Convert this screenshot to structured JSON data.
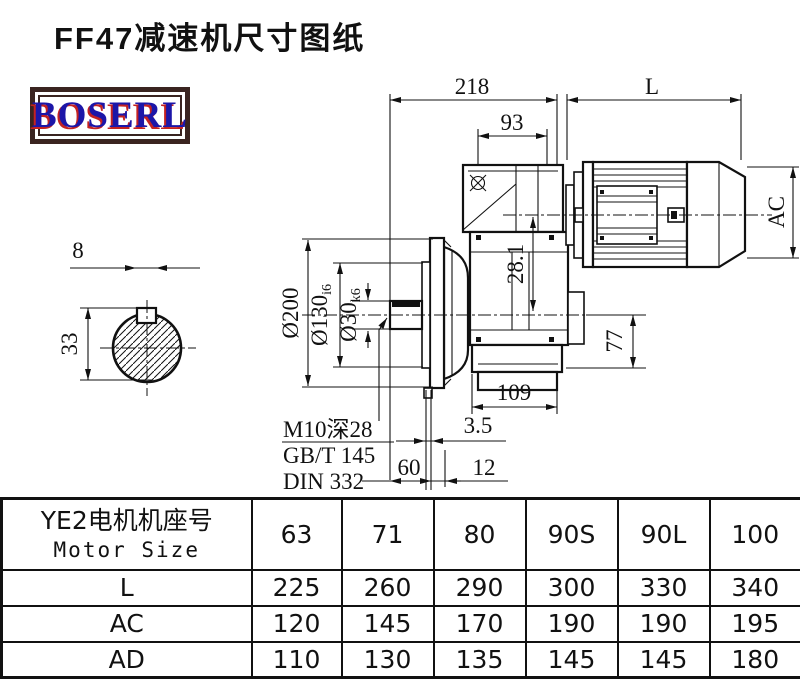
{
  "page": {
    "title": "FF47减速机尺寸图纸",
    "logo": "BOSERL"
  },
  "drawing": {
    "dims": {
      "w218": "218",
      "L": "L",
      "w93": "93",
      "ac": "AC",
      "h28_1": "28.1",
      "h77": "77",
      "w109": "109",
      "w3_5": "3.5",
      "w60": "60",
      "w12": "12",
      "key8": "8",
      "h33": "33",
      "dia200": "Ø200",
      "dia130": "Ø130",
      "dia130_tol": "i6",
      "dia30": "Ø30",
      "dia30_tol": "k6"
    },
    "notes": {
      "thread": "M10深28",
      "standard1": "GB/T 145",
      "standard2": "DIN 332"
    }
  },
  "table": {
    "header_cn": "YE2电机机座号",
    "header_en": "Motor Size",
    "sizes": [
      "63",
      "71",
      "80",
      "90S",
      "90L",
      "100"
    ],
    "rows": [
      {
        "label": "L",
        "values": [
          "225",
          "260",
          "290",
          "300",
          "330",
          "340"
        ]
      },
      {
        "label": "AC",
        "values": [
          "120",
          "145",
          "170",
          "190",
          "190",
          "195"
        ]
      },
      {
        "label": "AD",
        "values": [
          "110",
          "130",
          "135",
          "145",
          "145",
          "180"
        ]
      }
    ]
  },
  "colors": {
    "line": "#111111",
    "logo_border": "#3a2420",
    "logo_text": "#1c16a8",
    "logo_shadow": "#c42222"
  }
}
